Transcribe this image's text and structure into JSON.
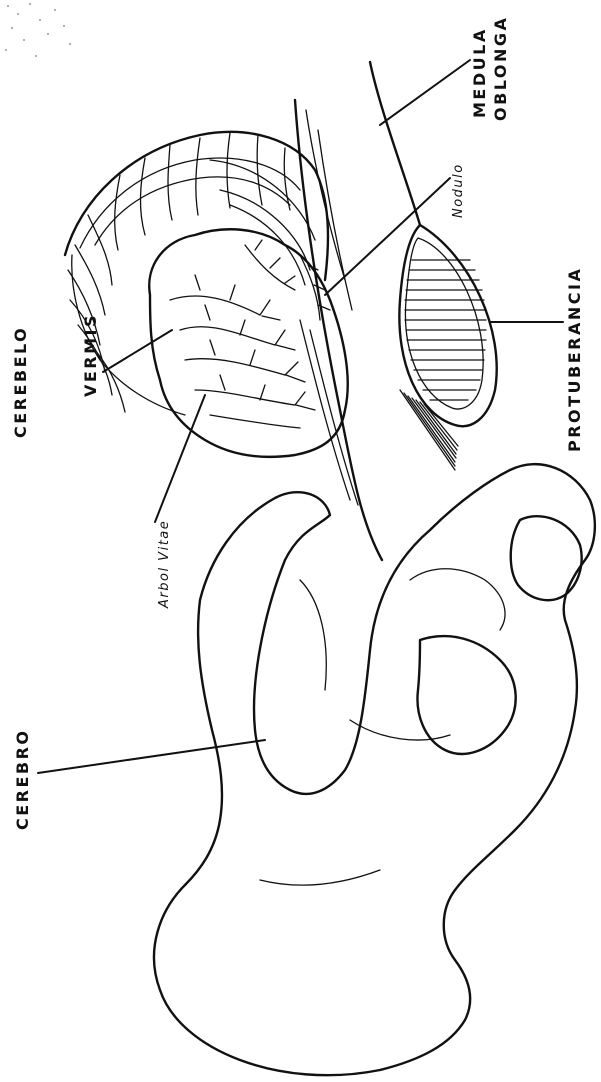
{
  "labels": {
    "cerebelo": "CEREBELO",
    "vermis": "VERMIS",
    "arbol_vitae": "Arbol Vitae",
    "cerebro": "CEREBRO",
    "nodulo": "Nodulo",
    "medula_line1": "MEDULA",
    "medula_line2": "OBLONGA",
    "protuberancia": "PROTUBERANCIA"
  }
}
